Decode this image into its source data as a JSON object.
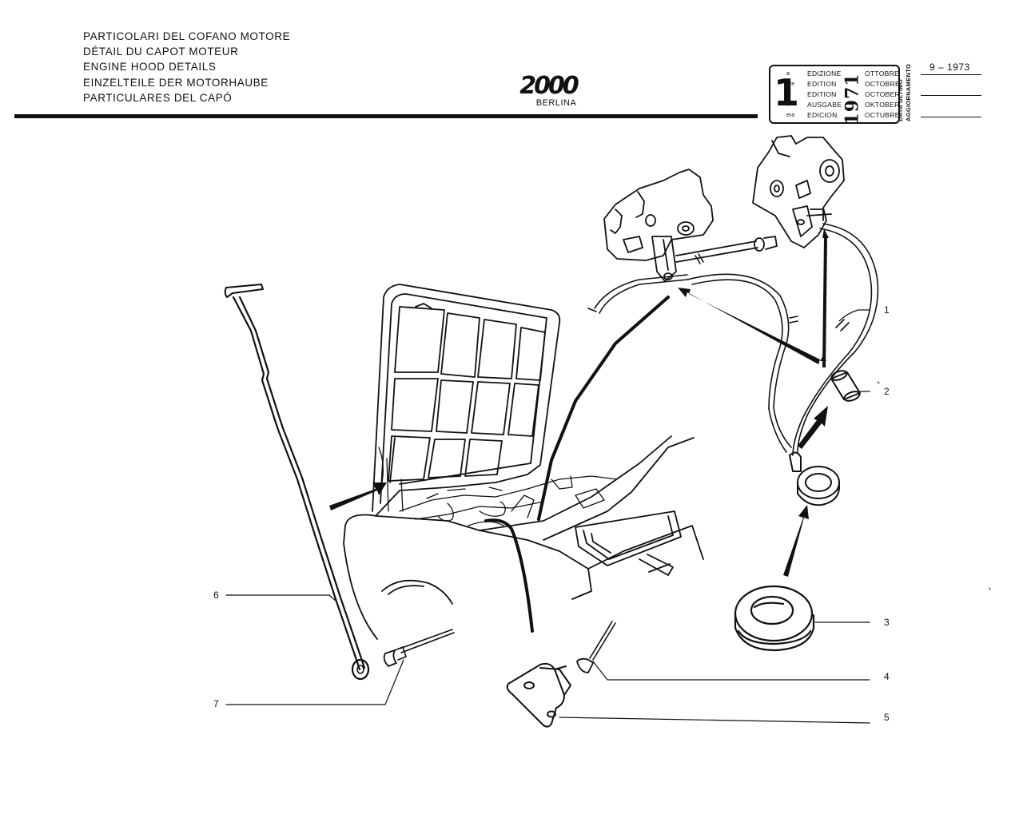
{
  "title_lines": [
    "PARTICOLARI DEL COFANO MOTORE",
    "DÉTAIL DU CAPOT MOTEUR",
    "ENGINE HOOD DETAILS",
    "EINZELTEILE DER MOTORHAUBE",
    "PARTICULARES DEL CAPÓ"
  ],
  "logo": {
    "model": "2000",
    "variant": "BERLINA"
  },
  "edition": {
    "number": "1",
    "superscripts": [
      "a",
      "ère",
      "st",
      ".",
      "era"
    ],
    "words": [
      "EDIZIONE",
      "EDITION",
      "EDITION",
      "AUSGABE",
      "EDICION"
    ],
    "year": "1971",
    "months": [
      "OTTOBRE",
      "OCTOBRE",
      "OCTOBER",
      "OKTOBER",
      "OCTUBRE"
    ]
  },
  "last_update": {
    "label_1": "DATA ULTIMO",
    "label_2": "AGGIORNAMENTO",
    "date": "9 – 1973"
  },
  "callouts": [
    "1",
    "2",
    "3",
    "4",
    "5",
    "6",
    "7"
  ],
  "colors": {
    "ink": "#111111",
    "paper": "#ffffff"
  }
}
